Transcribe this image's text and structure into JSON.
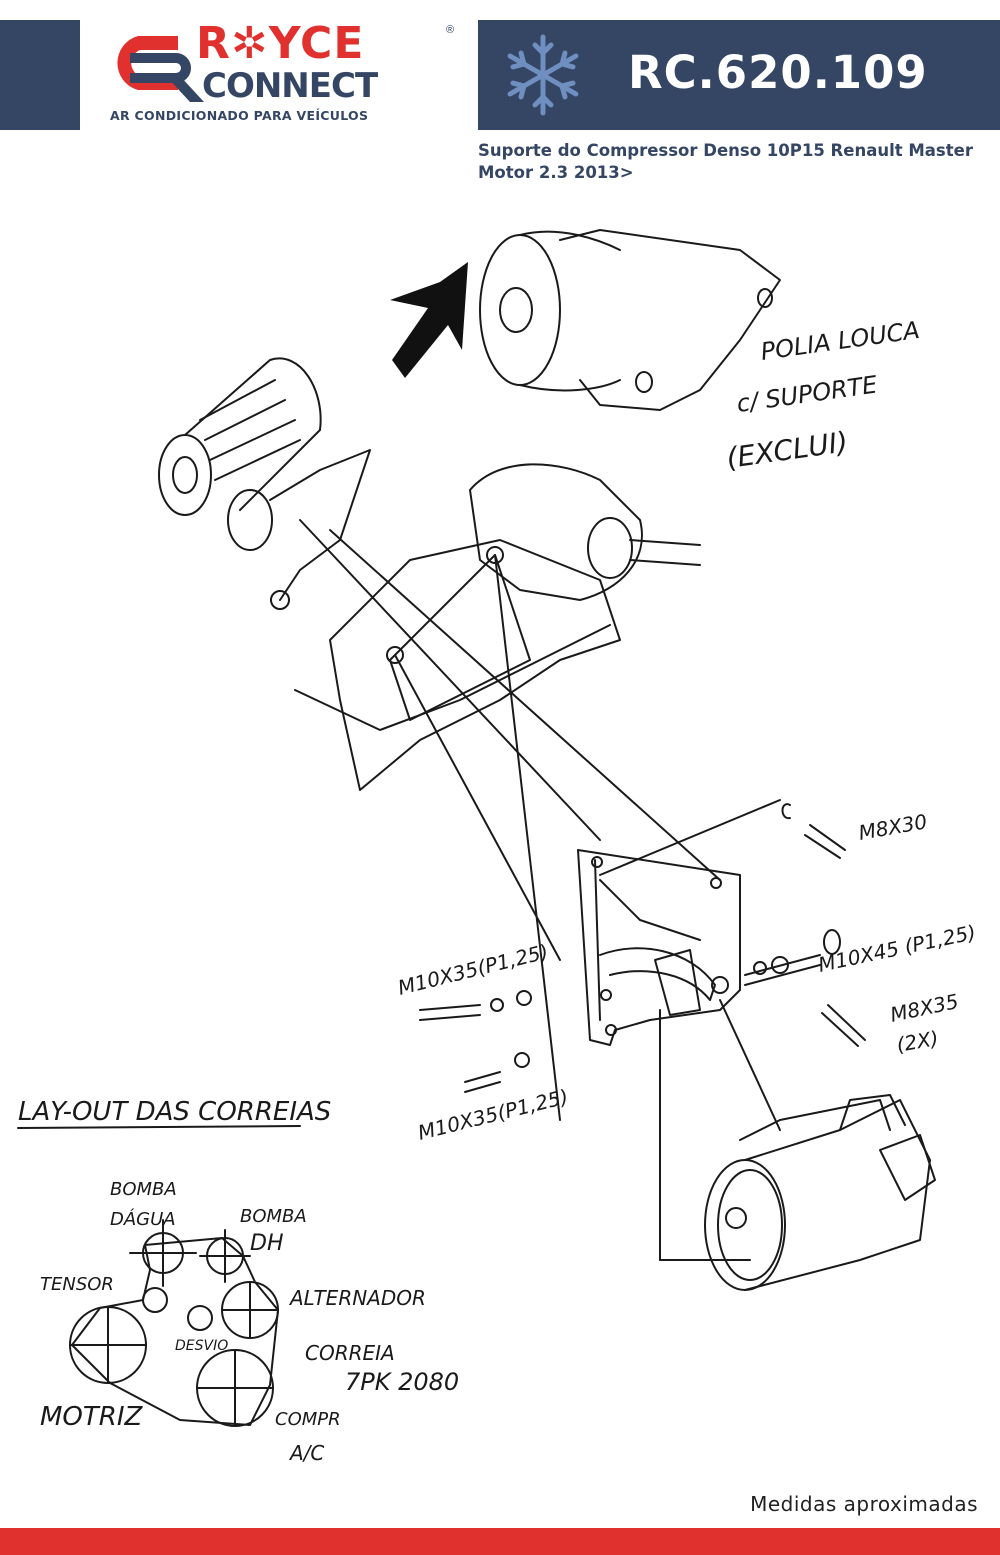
{
  "header": {
    "brand_top": "R✲YCE",
    "brand_mid": "CONNECT",
    "brand_sub": "AR CONDICIONADO PARA VEÍCULOS",
    "registered_mark": "®",
    "product_code": "RC.620.109",
    "product_title": "Suporte do Compressor Denso 10P15 Renault Master Motor 2.3 2013>"
  },
  "drawing_labels": {
    "polia_line1": "POLIA LOUCA",
    "polia_line2": "c/ SUPORTE",
    "polia_line3": "(EXCLUI)",
    "bolt_m8x30": "M8X30",
    "bolt_m10x45": "M10X45 (P1,25)",
    "bolt_m8x35": "M8X35",
    "bolt_m8x35_qty": "(2X)",
    "bolt_m10x35_a": "M10X35(P1,25)",
    "bolt_m10x35_b": "M10X35(P1,25)",
    "layout_title": "LAY-OUT DAS CORREIAS",
    "bomba_dagua_1": "BOMBA",
    "bomba_dagua_2": "DÁGUA",
    "bomba_dh_1": "BOMBA",
    "bomba_dh_2": "DH",
    "tensor": "TENSOR",
    "alternador": "ALTERNADOR",
    "desvio": "DESVIO",
    "correia_1": "CORREIA",
    "correia_2": "7PK 2080",
    "motriz": "MOTRIZ",
    "compr_1": "COMPR",
    "compr_2": "A/C"
  },
  "footer": {
    "note": "Medidas aproximadas"
  },
  "colors": {
    "navy": "#354665",
    "red": "#e0312f",
    "snowflake": "#6f8fc0"
  },
  "icons": [
    "snowflake-icon",
    "logo-mark-icon",
    "arrow-icon"
  ]
}
